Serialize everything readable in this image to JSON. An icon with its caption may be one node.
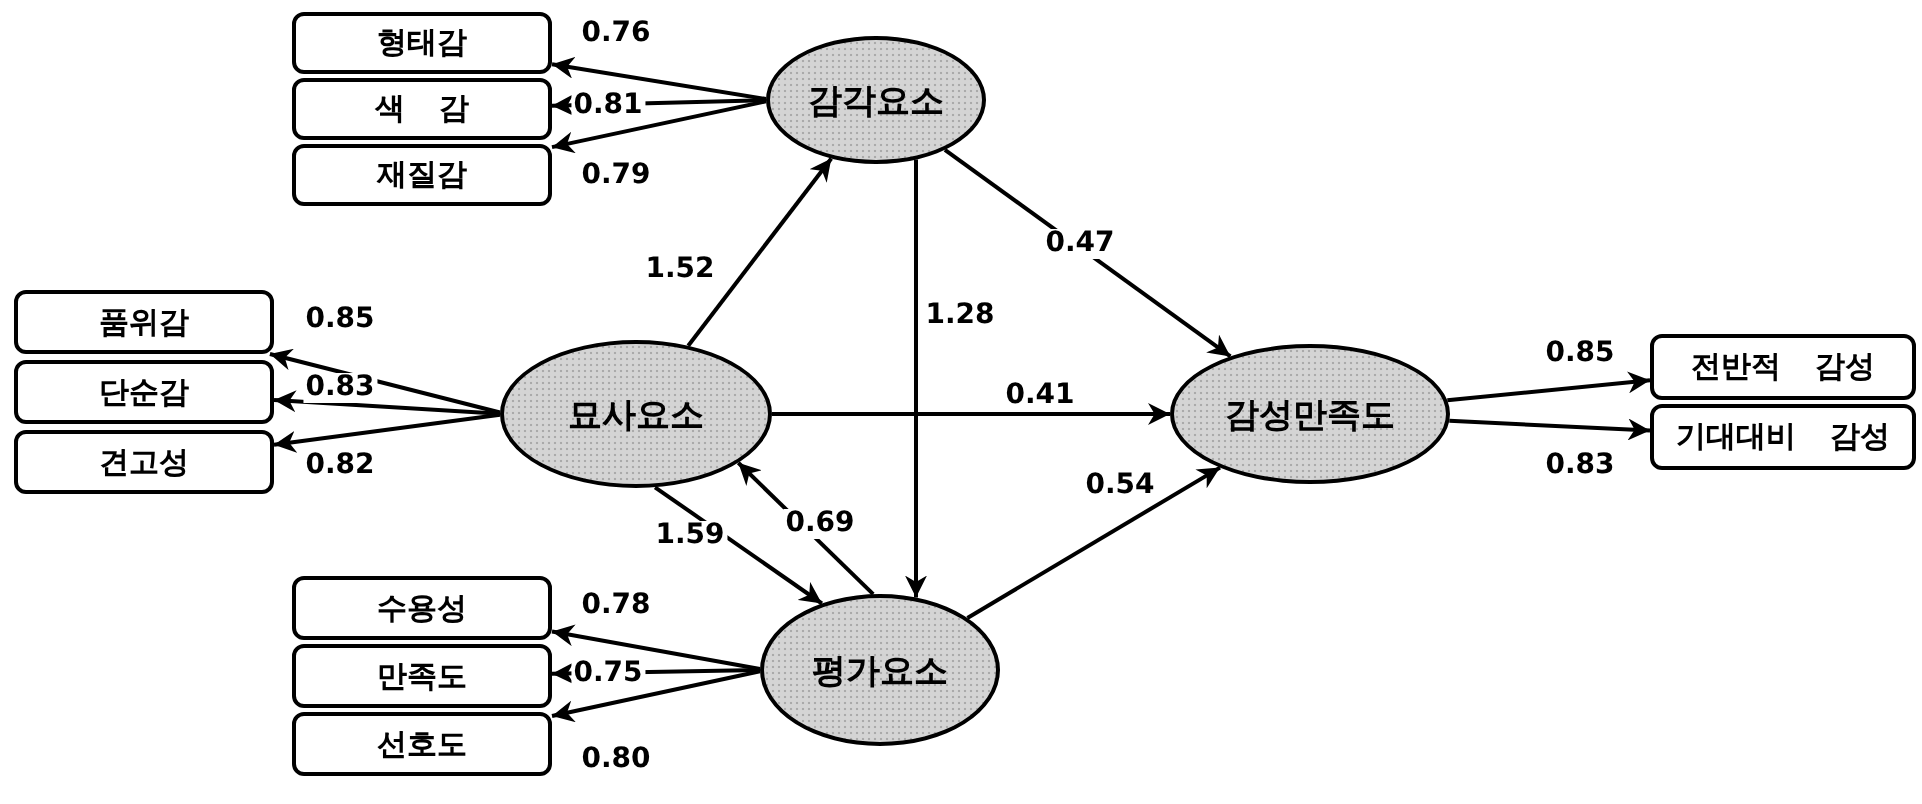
{
  "diagram": {
    "nodes": [
      {
        "text": [
          "형태감"
        ]
      },
      {
        "text": [
          "색 감"
        ]
      },
      {
        "text": [
          "재질감"
        ]
      },
      {
        "text": [
          "감각요소"
        ]
      },
      {
        "text": [
          "품위감"
        ]
      },
      {
        "text": [
          "단순감"
        ]
      },
      {
        "text": [
          "견고성"
        ]
      },
      {
        "text": [
          "묘사요소"
        ]
      },
      {
        "text": [
          "감성만족도"
        ]
      },
      {
        "text": [
          "전반적 감성"
        ]
      },
      {
        "text": [
          "기대대비 감성"
        ]
      },
      {
        "text": [
          "수용성"
        ]
      },
      {
        "text": [
          "만족도"
        ]
      },
      {
        "text": [
          "선호도"
        ]
      },
      {
        "text": [
          "평가요소"
        ]
      }
    ],
    "edges": [
      {
        "from": 3,
        "to": 0,
        "arrow": "to",
        "label": "0.76"
      },
      {
        "from": 3,
        "to": 1,
        "arrow": "to",
        "label": "0.81"
      },
      {
        "from": 3,
        "to": 2,
        "arrow": "to",
        "label": "0.79"
      },
      {
        "from": 7,
        "to": 4,
        "arrow": "to",
        "label": "0.85"
      },
      {
        "from": 7,
        "to": 5,
        "arrow": "to",
        "label": "0.83"
      },
      {
        "from": 7,
        "to": 6,
        "arrow": "to",
        "label": "0.82"
      },
      {
        "from": 7,
        "to": 3,
        "arrow": "to",
        "label": "1.52"
      },
      {
        "from": 3,
        "to": 8,
        "arrow": "to",
        "label": "0.47"
      },
      {
        "from": 3,
        "to": 14,
        "arrow": "to",
        "label": "1.28"
      },
      {
        "from": 7,
        "to": 8,
        "arrow": "to",
        "label": "0.41"
      },
      {
        "from": 14,
        "to": 7,
        "arrow": "to",
        "label": "0.69"
      },
      {
        "from": 7,
        "to": 14,
        "arrow": "to",
        "label": "1.59"
      },
      {
        "from": 14,
        "to": 8,
        "arrow": "to",
        "label": "0.54"
      },
      {
        "from": 8,
        "to": 9,
        "arrow": "to",
        "label": "0.85"
      },
      {
        "from": 8,
        "to": 10,
        "arrow": "to",
        "label": "0.83"
      },
      {
        "from": 14,
        "to": 11,
        "arrow": "to",
        "label": "0.78"
      },
      {
        "from": 14,
        "to": 12,
        "arrow": "to",
        "label": "0.75"
      },
      {
        "from": 14,
        "to": 13,
        "arrow": "to",
        "label": "0.80"
      }
    ]
  }
}
